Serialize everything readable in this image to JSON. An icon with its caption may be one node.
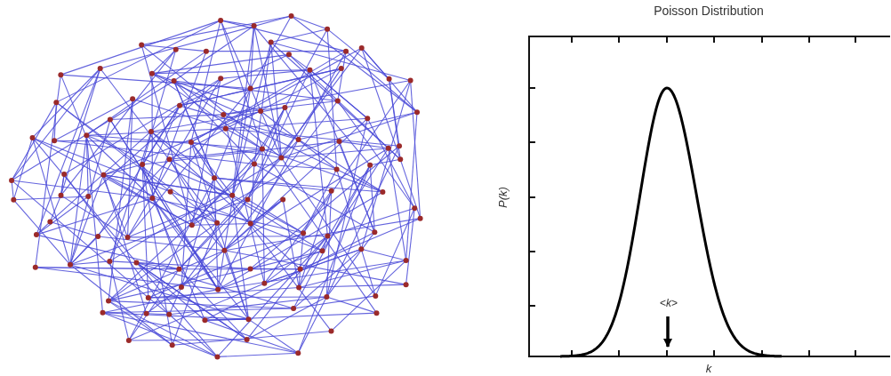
{
  "diagram": {
    "labels": [
      "Poisson Distribution",
      "P(k)",
      "<*k*>",
      "k"
    ]
  }
}
